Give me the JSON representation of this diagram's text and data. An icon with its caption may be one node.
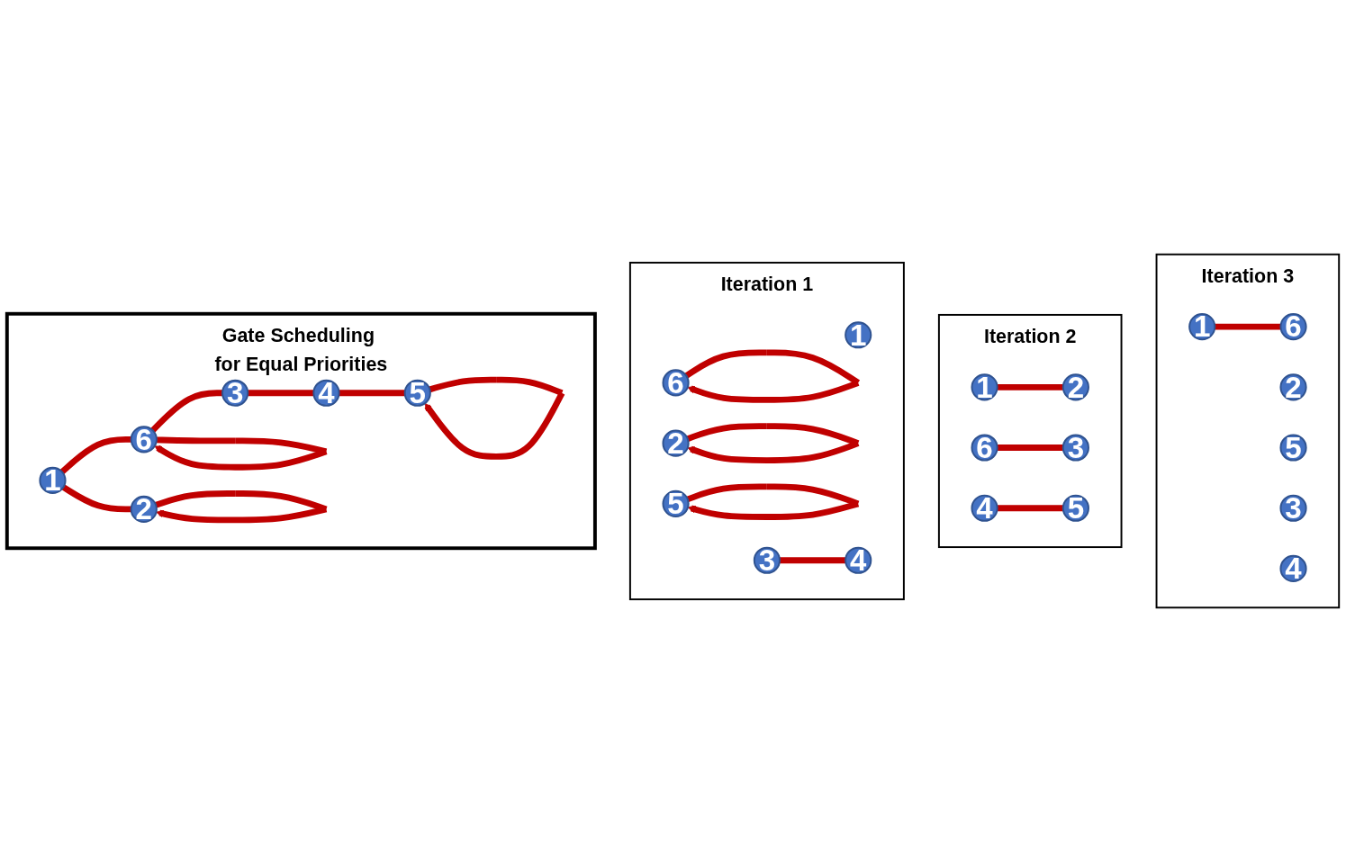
{
  "diagram": {
    "nodes": [
      {
        "text": [
          "Gate Scheduling for Equal Priorities"
        ]
      },
      {
        "text": [
          "1"
        ],
        "in": 0
      },
      {
        "text": [
          "6"
        ],
        "in": 0
      },
      {
        "text": [
          "2"
        ],
        "in": 0
      },
      {
        "text": [
          "5"
        ],
        "in": 0
      },
      {
        "text": [
          "3"
        ],
        "in": 0
      },
      {
        "text": [
          "4"
        ],
        "in": 0
      },
      {
        "text": [
          "Iteration 1"
        ]
      },
      {
        "text": [
          "1"
        ],
        "in": 7
      },
      {
        "text": [
          "6"
        ],
        "in": 7
      },
      {
        "text": [
          "2"
        ],
        "in": 7
      },
      {
        "text": [
          "5"
        ],
        "in": 7
      },
      {
        "text": [
          "3"
        ],
        "in": 7
      },
      {
        "text": [
          "4"
        ],
        "in": 7
      },
      {
        "text": [
          "Iteration 2"
        ]
      },
      {
        "text": [
          "1"
        ],
        "in": 14
      },
      {
        "text": [
          "6"
        ],
        "in": 14
      },
      {
        "text": [
          "2"
        ],
        "in": 14
      },
      {
        "text": [
          "5"
        ],
        "in": 14
      },
      {
        "text": [
          "3"
        ],
        "in": 14
      },
      {
        "text": [
          "4"
        ],
        "in": 14
      },
      {
        "text": [
          "Iteration 3"
        ]
      },
      {
        "text": [
          "1"
        ],
        "in": 21
      },
      {
        "text": [
          "6"
        ],
        "in": 21
      },
      {
        "text": [
          "2"
        ],
        "in": 21
      },
      {
        "text": [
          "5"
        ],
        "in": 21
      },
      {
        "text": [
          "3"
        ],
        "in": 21
      },
      {
        "text": [
          "4"
        ],
        "in": 21
      }
    ],
    "edges": [
      {
        "from": 1,
        "to": 2,
        "arrow": "none"
      },
      {
        "from": 1,
        "to": 3,
        "arrow": "none"
      },
      {
        "from": 2,
        "to": 5,
        "arrow": "none"
      },
      {
        "from": 5,
        "to": 6,
        "arrow": "none"
      },
      {
        "from": 6,
        "to": 4,
        "arrow": "none"
      },
      {
        "from": 2,
        "to": 2,
        "arrow": "to"
      },
      {
        "from": 3,
        "to": 3,
        "arrow": "to"
      },
      {
        "from": 4,
        "to": 4,
        "arrow": "to"
      },
      {
        "from": 9,
        "to": 9,
        "arrow": "to"
      },
      {
        "from": 10,
        "to": 10,
        "arrow": "to"
      },
      {
        "from": 11,
        "to": 11,
        "arrow": "to"
      },
      {
        "from": 12,
        "to": 13,
        "arrow": "none"
      },
      {
        "from": 15,
        "to": 17,
        "arrow": "none"
      },
      {
        "from": 16,
        "to": 19,
        "arrow": "none"
      },
      {
        "from": 20,
        "to": 18,
        "arrow": "none"
      },
      {
        "from": 22,
        "to": 23,
        "arrow": "none"
      }
    ]
  }
}
